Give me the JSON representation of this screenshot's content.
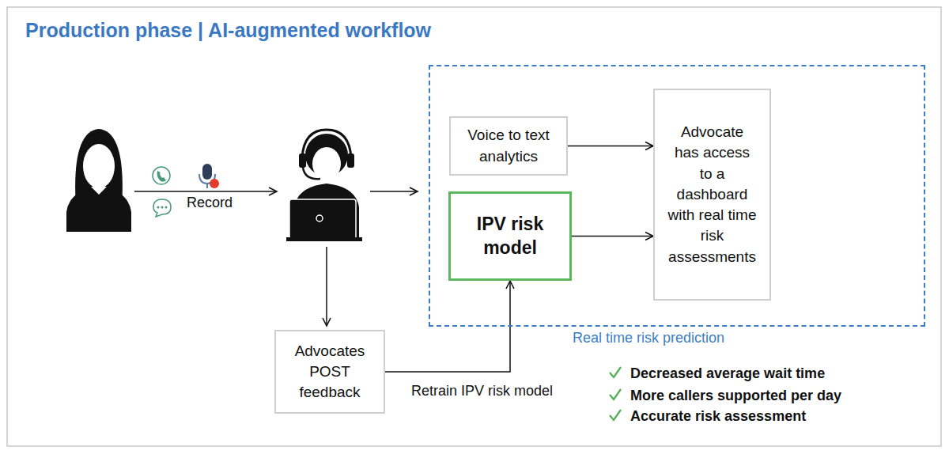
{
  "diagram": {
    "title": "Production phase | AI-augmented workflow",
    "nodes": [
      {
        "text": [
          "Real time risk prediction"
        ]
      },
      {
        "text": [
          "Voice to text analytics"
        ],
        "in": 0
      },
      {
        "text": [
          "IPV risk model"
        ],
        "in": 0
      },
      {
        "text": [
          "Advocate has access to a dashboard with real time risk assessments"
        ],
        "in": 0
      },
      {
        "text": [
          "Advocates POST feedback"
        ]
      }
    ],
    "edges": [
      {
        "from": 1,
        "to": 3,
        "arrow": "to"
      },
      {
        "from": 2,
        "to": 3,
        "arrow": "to"
      },
      {
        "from": 4,
        "to": 2,
        "label": "Retrain IPV risk model",
        "arrow": "to"
      }
    ],
    "labels": [
      "Record",
      "Decreased average wait time",
      "More callers supported per day",
      "Accurate risk assessment"
    ]
  }
}
